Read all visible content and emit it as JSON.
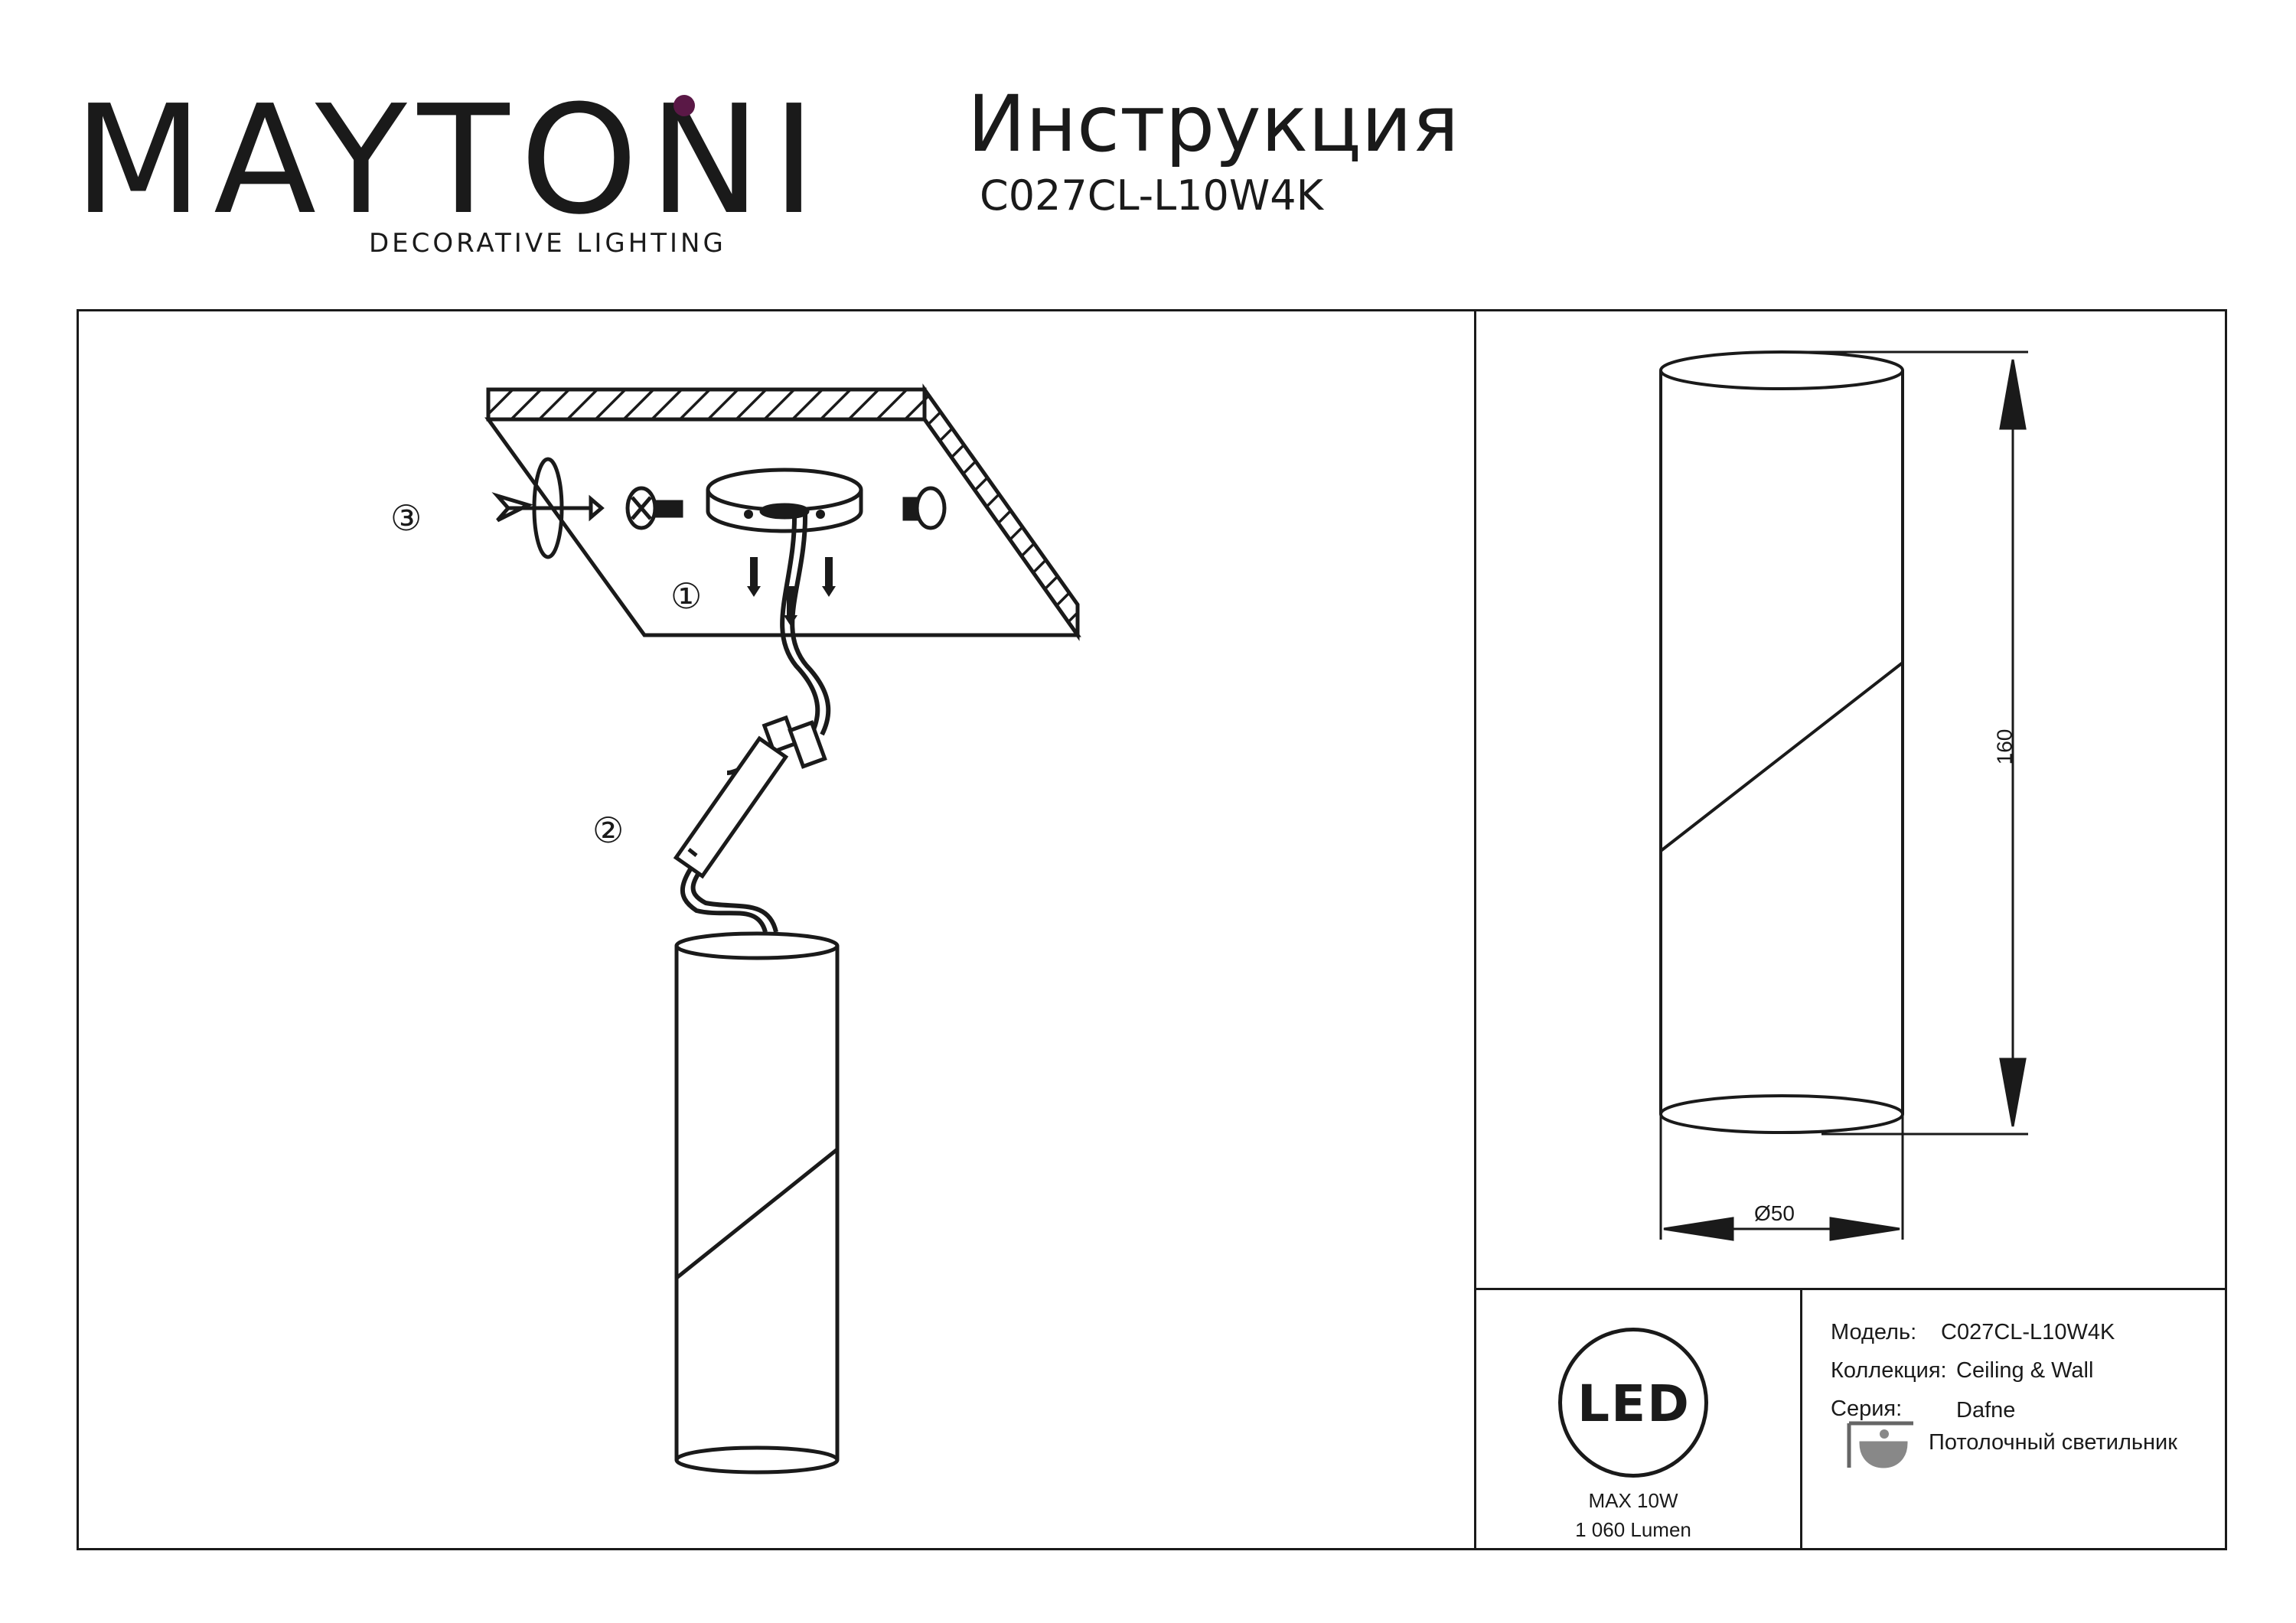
{
  "brand": {
    "name": "MAYTONI",
    "tagline": "DECORATIVE LIGHTING",
    "accent_color": "#5a1846"
  },
  "header": {
    "title": "Инструкция",
    "model": "C027CL-L10W4K"
  },
  "installation": {
    "steps": [
      "①",
      "②",
      "③"
    ]
  },
  "dimensions": {
    "height": "160",
    "diameter": "Ø50"
  },
  "power": {
    "led_label": "LED",
    "max_power": "MAX 10W",
    "lumen": "1 060 Lumen"
  },
  "specs": {
    "model_label": "Модель:",
    "model_value": "C027CL-L10W4K",
    "collection_label": "Коллекция:",
    "collection_value": "Ceiling & Wall",
    "series_label": "Серия:",
    "series_value": "Dafne",
    "type_value": "Потолочный светильник",
    "type_icon": "ceiling-lamp-icon"
  }
}
